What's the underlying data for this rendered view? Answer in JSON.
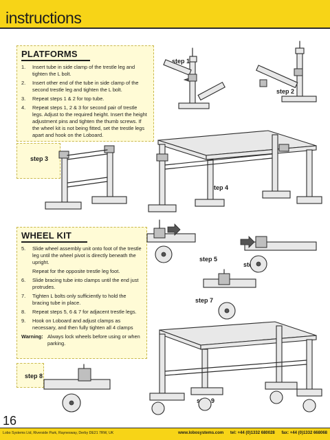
{
  "header": {
    "title": "instructions"
  },
  "platforms": {
    "title": "PLATFORMS",
    "steps": [
      {
        "num": "1.",
        "text": "Insert tube in side clamp of the trestle leg and tighten the L bolt."
      },
      {
        "num": "2.",
        "text": "Insert other end of the tube in side clamp of the second trestle leg and tighten the L bolt."
      },
      {
        "num": "3.",
        "text": "Repeat steps 1 & 2 for top tube."
      },
      {
        "num": "4.",
        "text": "Repeat steps 1, 2 & 3 for second pair of trestle legs. Adjust to the required height. Insert the height adjustment pins and tighten the thumb screws. If the wheel kit is not being fitted, set the trestle legs apart and hook on the Loboard."
      }
    ]
  },
  "wheel_kit": {
    "title": "WHEEL KIT",
    "steps": [
      {
        "num": "5.",
        "text": "Slide wheel assembly unit onto foot of the trestle leg until the wheel pivot is directly beneath the upright."
      },
      {
        "num": "",
        "text": "Repeat for the opposite trestle leg foot."
      },
      {
        "num": "6.",
        "text": "Slide bracing tube into clamps until the end just protrudes."
      },
      {
        "num": "7.",
        "text": "Tighten L bolts only sufficiently to hold the bracing tube in place."
      },
      {
        "num": "8.",
        "text": "Repeat steps 5, 6 & 7 for adjacent trestle legs."
      },
      {
        "num": "9.",
        "text": "Hook on Loboard and adjust clamps as necessary, and then fully tighten all 4 clamps"
      }
    ],
    "warning_label": "Warning:",
    "warning_text": "Always lock wheels before using or when parking."
  },
  "step_labels": {
    "s1": "step 1",
    "s2": "step 2",
    "s3": "step 3",
    "s4": "step 4",
    "s5": "step 5",
    "s6": "step 6",
    "s7": "step 7",
    "s8": "step 8",
    "s9": "step 9"
  },
  "page_number": "16",
  "footer": {
    "company": "Lobo Systems Ltd, Riverside Park, Raynesway, Derby DE21 7RW, UK",
    "website": "www.lobosystems.com",
    "tel": "tel: +44 (0)1332 680028",
    "fax": "fax: +44 (0)1332 668068"
  },
  "colors": {
    "accent": "#f7d417",
    "panel": "#fffbd6",
    "ink": "#1b1b1b"
  }
}
